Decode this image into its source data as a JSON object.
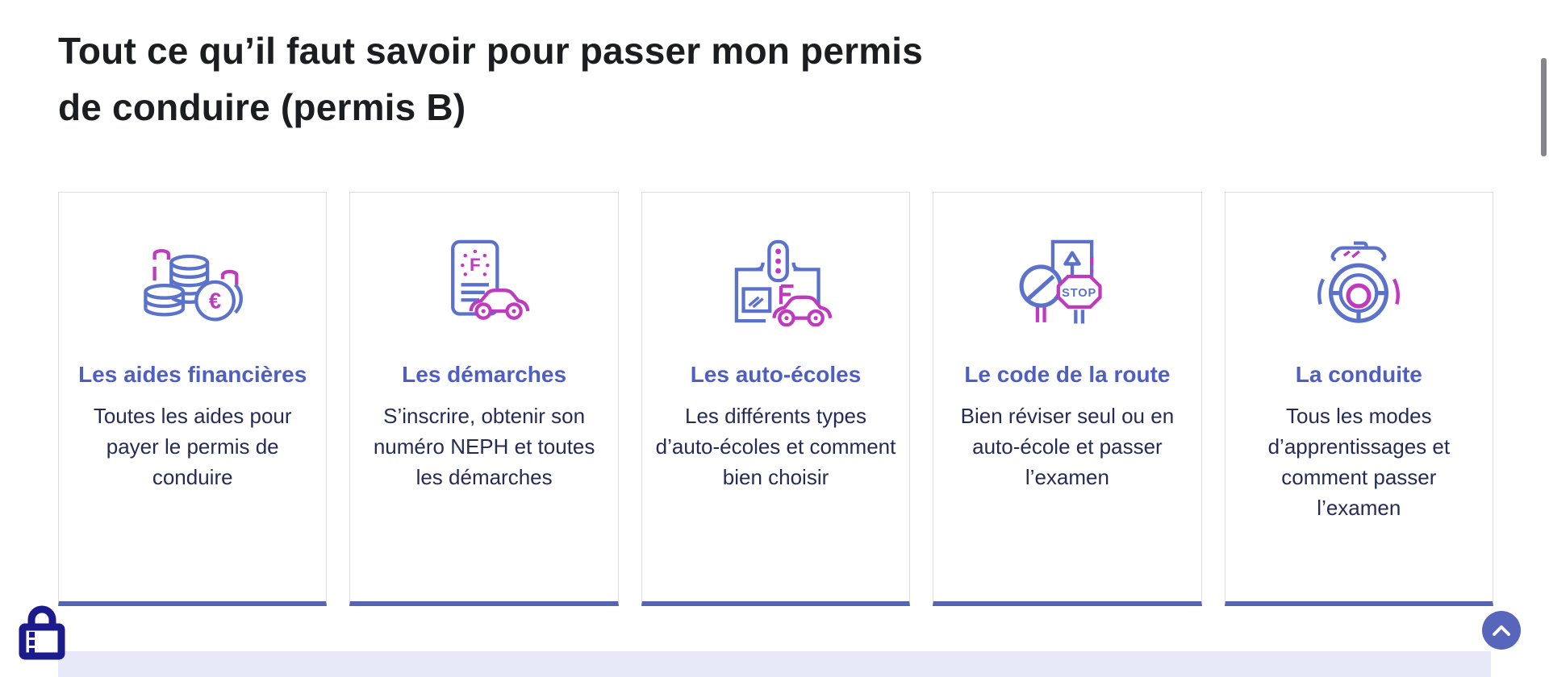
{
  "page": {
    "title": "Tout ce qu’il faut savoir pour passer mon permis de conduire (permis B)"
  },
  "cards": [
    {
      "title": "Les aides financières",
      "description": "Toutes les aides pour payer le permis de conduire",
      "icon": "coins-euro-icon"
    },
    {
      "title": "Les démarches",
      "description": "S’inscrire, obtenir son numéro NEPH et toutes les démarches",
      "icon": "document-car-icon"
    },
    {
      "title": "Les auto-écoles",
      "description": "Les différents types d’auto-écoles et comment bien choisir",
      "icon": "driving-school-icon"
    },
    {
      "title": "Le code de la route",
      "description": "Bien réviser seul ou en auto-école et passer l’examen",
      "icon": "road-signs-icon"
    },
    {
      "title": "La conduite",
      "description": "Tous les modes d’apprentissages et comment passer l’examen",
      "icon": "steering-wheel-icon"
    }
  ],
  "icons": {
    "stop_label": "STOP",
    "euro_symbol": "€",
    "f_label": "F"
  },
  "colors": {
    "icon_blue": "#5b72cb",
    "icon_magenta": "#bf3abf",
    "card_title_blue": "#4e5fc1",
    "body_navy": "#252b55",
    "card_bottom_bar": "#5565b2",
    "band_lavender": "#e8e9f8",
    "lock_navy": "#1b1b8c",
    "scroll_button": "#5766ba"
  }
}
